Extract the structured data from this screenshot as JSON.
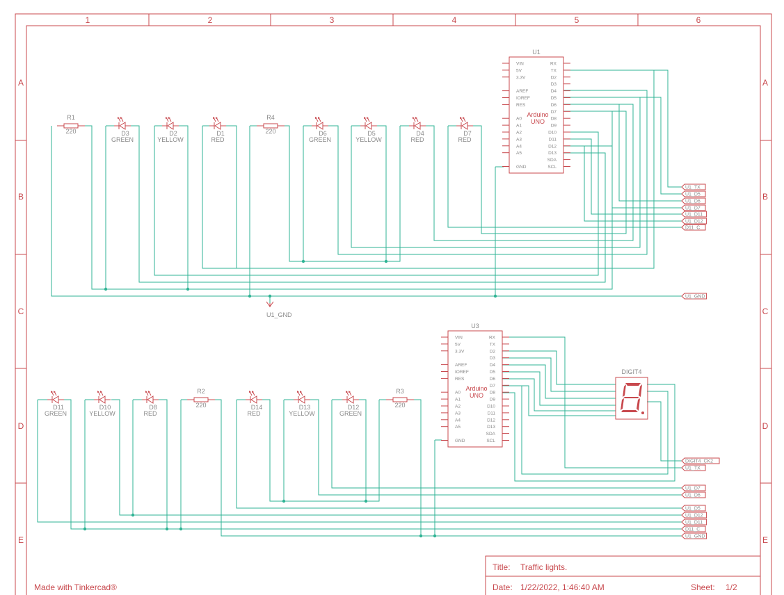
{
  "sheet": {
    "columns": [
      "1",
      "2",
      "3",
      "4",
      "5",
      "6"
    ],
    "rows": [
      "A",
      "B",
      "C",
      "D",
      "E"
    ]
  },
  "colors": {
    "frame": "#c8494e",
    "wire": "#2fb394",
    "text": "#8a8a8a"
  },
  "footer": {
    "made_with": "Made with Tinkercad®",
    "title_label": "Title:",
    "title_value": "Traffic lights.",
    "date_label": "Date:",
    "date_value": "1/22/2022, 1:46:40 AM",
    "sheet_label": "Sheet:",
    "sheet_value": "1/2"
  },
  "top_row": [
    {
      "ref": "R1",
      "val": "220",
      "kind": "resistor"
    },
    {
      "ref": "D3",
      "val": "GREEN",
      "kind": "led"
    },
    {
      "ref": "D2",
      "val": "YELLOW",
      "kind": "led"
    },
    {
      "ref": "D1",
      "val": "RED",
      "kind": "led"
    },
    {
      "ref": "R4",
      "val": "220",
      "kind": "resistor"
    },
    {
      "ref": "D6",
      "val": "GREEN",
      "kind": "led"
    },
    {
      "ref": "D5",
      "val": "YELLOW",
      "kind": "led"
    },
    {
      "ref": "D4",
      "val": "RED",
      "kind": "led"
    },
    {
      "ref": "D7",
      "val": "RED",
      "kind": "led"
    }
  ],
  "bottom_row": [
    {
      "ref": "D11",
      "val": "GREEN",
      "kind": "led"
    },
    {
      "ref": "D10",
      "val": "YELLOW",
      "kind": "led"
    },
    {
      "ref": "D8",
      "val": "RED",
      "kind": "led"
    },
    {
      "ref": "R2",
      "val": "220",
      "kind": "resistor"
    },
    {
      "ref": "D14",
      "val": "RED",
      "kind": "led"
    },
    {
      "ref": "D13",
      "val": "YELLOW",
      "kind": "led"
    },
    {
      "ref": "D12",
      "val": "GREEN",
      "kind": "led"
    },
    {
      "ref": "R3",
      "val": "220",
      "kind": "resistor"
    }
  ],
  "arduino_u1": {
    "ref": "U1",
    "name": "Arduino\nUNO",
    "left_pins": [
      "VIN",
      "5V",
      "3.3V",
      "",
      "AREF",
      "IOREF",
      "RES",
      "",
      "A0",
      "A1",
      "A2",
      "A3",
      "A4",
      "A5",
      "",
      "GND"
    ],
    "right_pins": [
      "RX",
      "TX",
      "D2",
      "D3",
      "D4",
      "D5",
      "D6",
      "D7",
      "D8",
      "D9",
      "D10",
      "D11",
      "D12",
      "D13",
      "SDA",
      "SCL"
    ]
  },
  "arduino_u3": {
    "ref": "U3",
    "name": "Arduino\nUNO",
    "left_pins": [
      "VIN",
      "5V",
      "3.3V",
      "",
      "AREF",
      "IOREF",
      "RES",
      "",
      "A0",
      "A1",
      "A2",
      "A3",
      "A4",
      "A5",
      "",
      "GND"
    ],
    "right_pins": [
      "RX",
      "TX",
      "D2",
      "D3",
      "D4",
      "D5",
      "D6",
      "D7",
      "D8",
      "D9",
      "D10",
      "D11",
      "D12",
      "D13",
      "SDA",
      "SCL"
    ]
  },
  "digit": {
    "ref": "DIGIT4"
  },
  "gnd_symbol": "U1_GND",
  "net_labels_top": [
    "U1_TX",
    "U1_D5",
    "U1_D6",
    "U1_D7",
    "U1_D11",
    "U1_D12",
    "D11_C"
  ],
  "net_label_gnd_top": "U1_GND",
  "net_labels_bottom": [
    "DIGIT4_CK2",
    "U1_TX",
    "U1_D7",
    "U1_D6",
    "U1_D5",
    "U1_D12",
    "U1_D11",
    "D11_C",
    "U1_GND"
  ]
}
